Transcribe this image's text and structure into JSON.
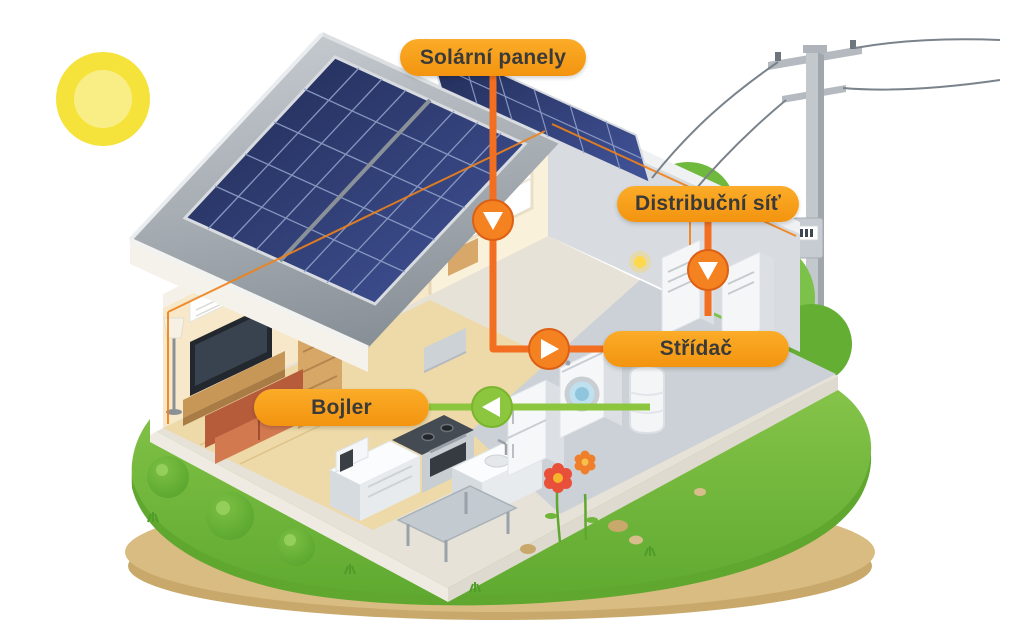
{
  "figure": {
    "type": "isometric-infographic",
    "topic": "Home photovoltaic energy system",
    "labels": {
      "solar_panels": "Solární panely",
      "distribution_grid": "Distribuční síť",
      "inverter": "Střídač",
      "boiler": "Bojler"
    }
  },
  "colors": {
    "label_pill": "#F9A01B",
    "label_text": "#3A3A39",
    "flow_orange": "#F26F21",
    "flow_green": "#8CC63F",
    "sun_yellow": "#F5E33C",
    "grass_green": "#7DC242",
    "soil_tan": "#D8BC82",
    "solar_panel_blue": "#2A3563",
    "roof_gray": "#9AA1A8"
  }
}
